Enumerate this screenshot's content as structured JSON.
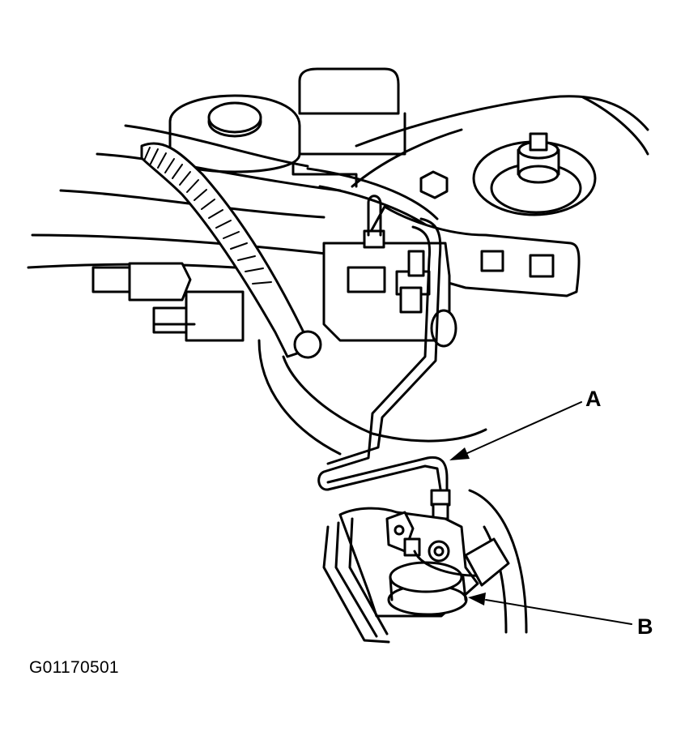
{
  "callouts": {
    "a": "A",
    "b": "B"
  },
  "figure_id": "G01170501"
}
